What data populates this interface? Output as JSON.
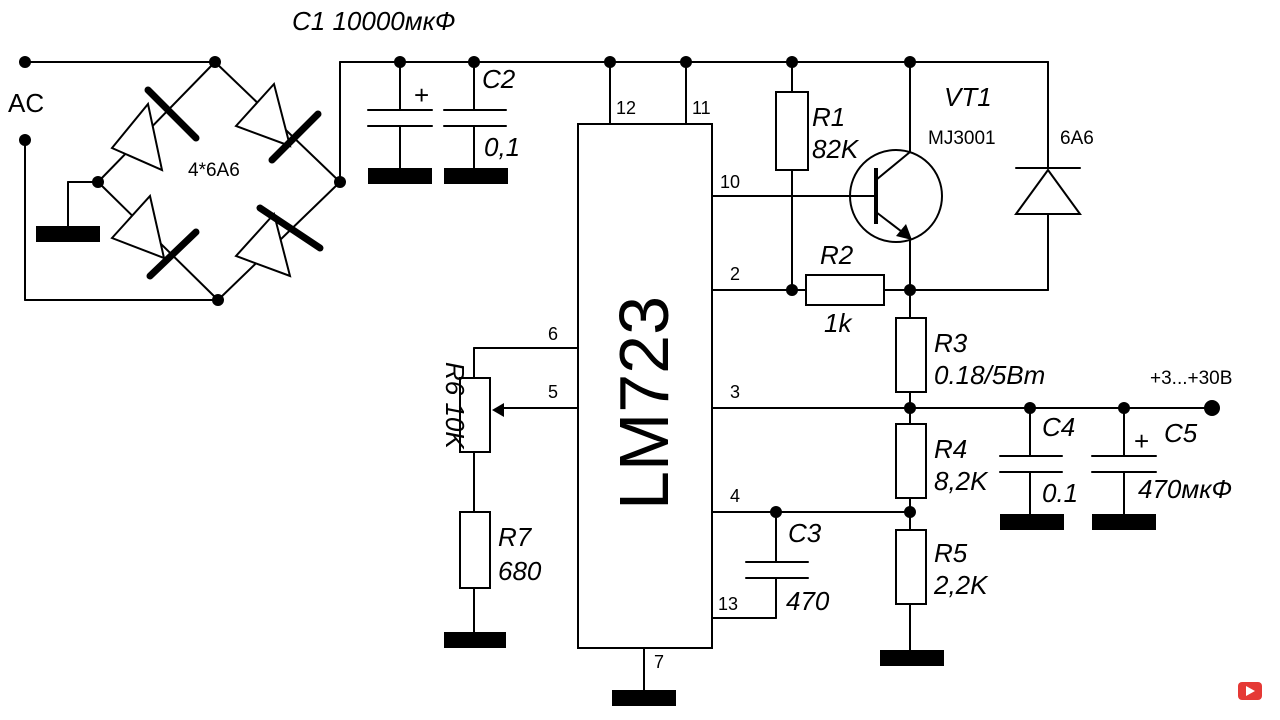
{
  "labels": {
    "ac": "AC",
    "bridge": "4*6A6",
    "c1": "C1  10000мкФ",
    "c1_plus": "+",
    "c2": "C2",
    "c2_value": "0,1",
    "chip": "LM723",
    "r1": "R1",
    "r1_value": "82K",
    "vt1": "VT1",
    "vt1_part": "MJ3001",
    "diode": "6A6",
    "r2": "R2",
    "r2_value": "1k",
    "r3": "R3",
    "r3_value": "0.18/5Вт",
    "output": "+3...+30В",
    "r4": "R4",
    "r4_value": "8,2K",
    "c4": "C4",
    "c4_value": "0.1",
    "c5": "C5",
    "c5_plus": "+",
    "c5_value": "470мкФ",
    "c3": "C3",
    "c3_value": "470",
    "r5": "R5",
    "r5_value": "2,2K",
    "r6": "R6  10K",
    "r7": "R7",
    "r7_value": "680"
  },
  "pins": {
    "p12": "12",
    "p11": "11",
    "p10": "10",
    "p2": "2",
    "p3": "3",
    "p4": "4",
    "p13": "13",
    "p7": "7",
    "p6": "6",
    "p5": "5"
  }
}
